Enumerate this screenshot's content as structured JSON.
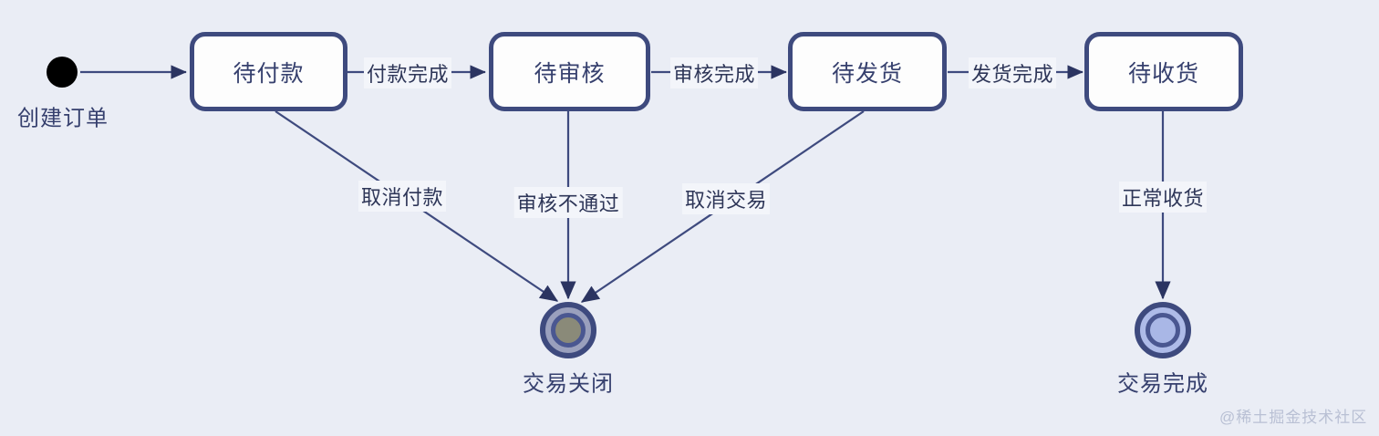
{
  "diagram": {
    "type": "uml-state-diagram",
    "background_color": "#eaedf5",
    "stroke_color": "#3e4a7e",
    "text_color": "#36406e",
    "label_bg_color": "#f3f5fa"
  },
  "initial_state": {
    "name": "initial-node",
    "label": "创建订单"
  },
  "states": [
    {
      "id": "pending-payment",
      "label": "待付款"
    },
    {
      "id": "pending-review",
      "label": "待审核"
    },
    {
      "id": "pending-shipment",
      "label": "待发货"
    },
    {
      "id": "pending-receipt",
      "label": "待收货"
    }
  ],
  "final_states": [
    {
      "id": "trade-closed",
      "label": "交易关闭",
      "fill": "#8a8a79"
    },
    {
      "id": "trade-completed",
      "label": "交易完成",
      "fill": "#a9b7e6"
    }
  ],
  "transitions": [
    {
      "id": "t-payment-done",
      "label": "付款完成",
      "from": "pending-payment",
      "to": "pending-review"
    },
    {
      "id": "t-review-done",
      "label": "审核完成",
      "from": "pending-review",
      "to": "pending-shipment"
    },
    {
      "id": "t-shipment-done",
      "label": "发货完成",
      "from": "pending-shipment",
      "to": "pending-receipt"
    },
    {
      "id": "t-cancel-payment",
      "label": "取消付款",
      "from": "pending-payment",
      "to": "trade-closed"
    },
    {
      "id": "t-review-rejected",
      "label": "审核不通过",
      "from": "pending-review",
      "to": "trade-closed"
    },
    {
      "id": "t-cancel-trade",
      "label": "取消交易",
      "from": "pending-shipment",
      "to": "trade-closed"
    },
    {
      "id": "t-normal-receipt",
      "label": "正常收货",
      "from": "pending-receipt",
      "to": "trade-completed"
    }
  ],
  "watermark": {
    "text": "@稀土掘金技术社区"
  }
}
